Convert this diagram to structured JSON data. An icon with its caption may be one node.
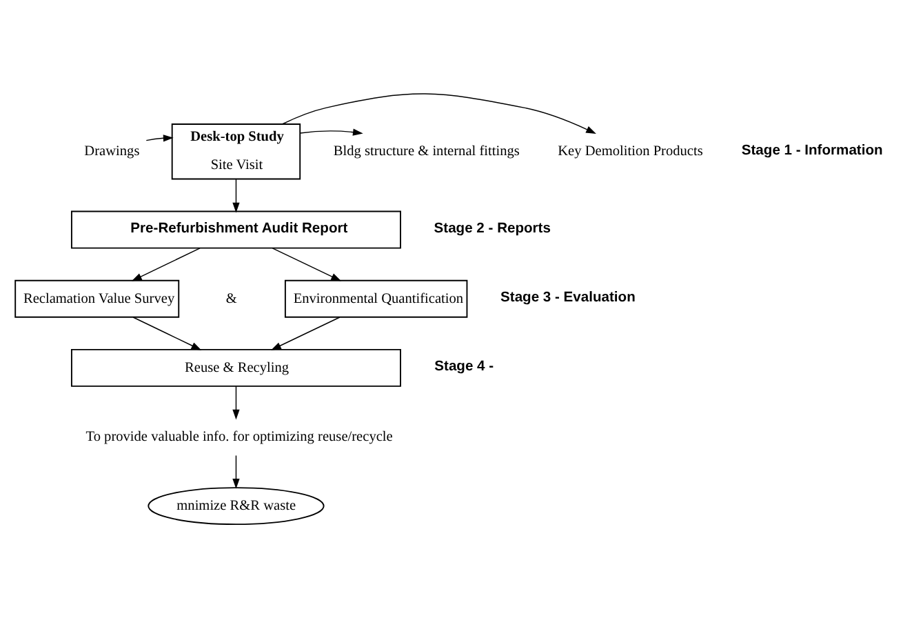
{
  "diagram": {
    "nodes": [
      {
        "text": [
          "Drawings"
        ]
      },
      {
        "text": [
          "Desk-top Study",
          "Site Visit"
        ]
      },
      {
        "text": [
          "Bldg structure & internal fittings"
        ]
      },
      {
        "text": [
          "Key Demolition Products"
        ]
      },
      {
        "text": [
          "Pre-Refurbishment Audit Report"
        ]
      },
      {
        "text": [
          "Reclamation Value Survey"
        ]
      },
      {
        "text": [
          "Environmental Quantification"
        ]
      },
      {
        "text": [
          "Reuse & Recyling"
        ]
      },
      {
        "text": [
          "To provide valuable info. for optimizing reuse/recycle"
        ]
      },
      {
        "text": [
          "mnimize R&R waste"
        ]
      }
    ],
    "edges": [
      {
        "from": 0,
        "to": 1,
        "arrow": "to"
      },
      {
        "from": 1,
        "to": 2,
        "arrow": "to"
      },
      {
        "from": 1,
        "to": 3,
        "arrow": "to"
      },
      {
        "from": 1,
        "to": 4,
        "arrow": "to"
      },
      {
        "from": 4,
        "to": 5,
        "arrow": "to"
      },
      {
        "from": 4,
        "to": 6,
        "arrow": "to"
      },
      {
        "from": 5,
        "to": 7,
        "arrow": "to"
      },
      {
        "from": 6,
        "to": 7,
        "arrow": "to"
      },
      {
        "from": 7,
        "to": 8,
        "arrow": "to"
      },
      {
        "from": 8,
        "to": 9,
        "arrow": "to"
      }
    ],
    "labels": [
      "Stage 1 - Information",
      "Stage 2 - Reports",
      "&",
      "Stage 3 - Evaluation",
      "Stage 4 -"
    ]
  }
}
